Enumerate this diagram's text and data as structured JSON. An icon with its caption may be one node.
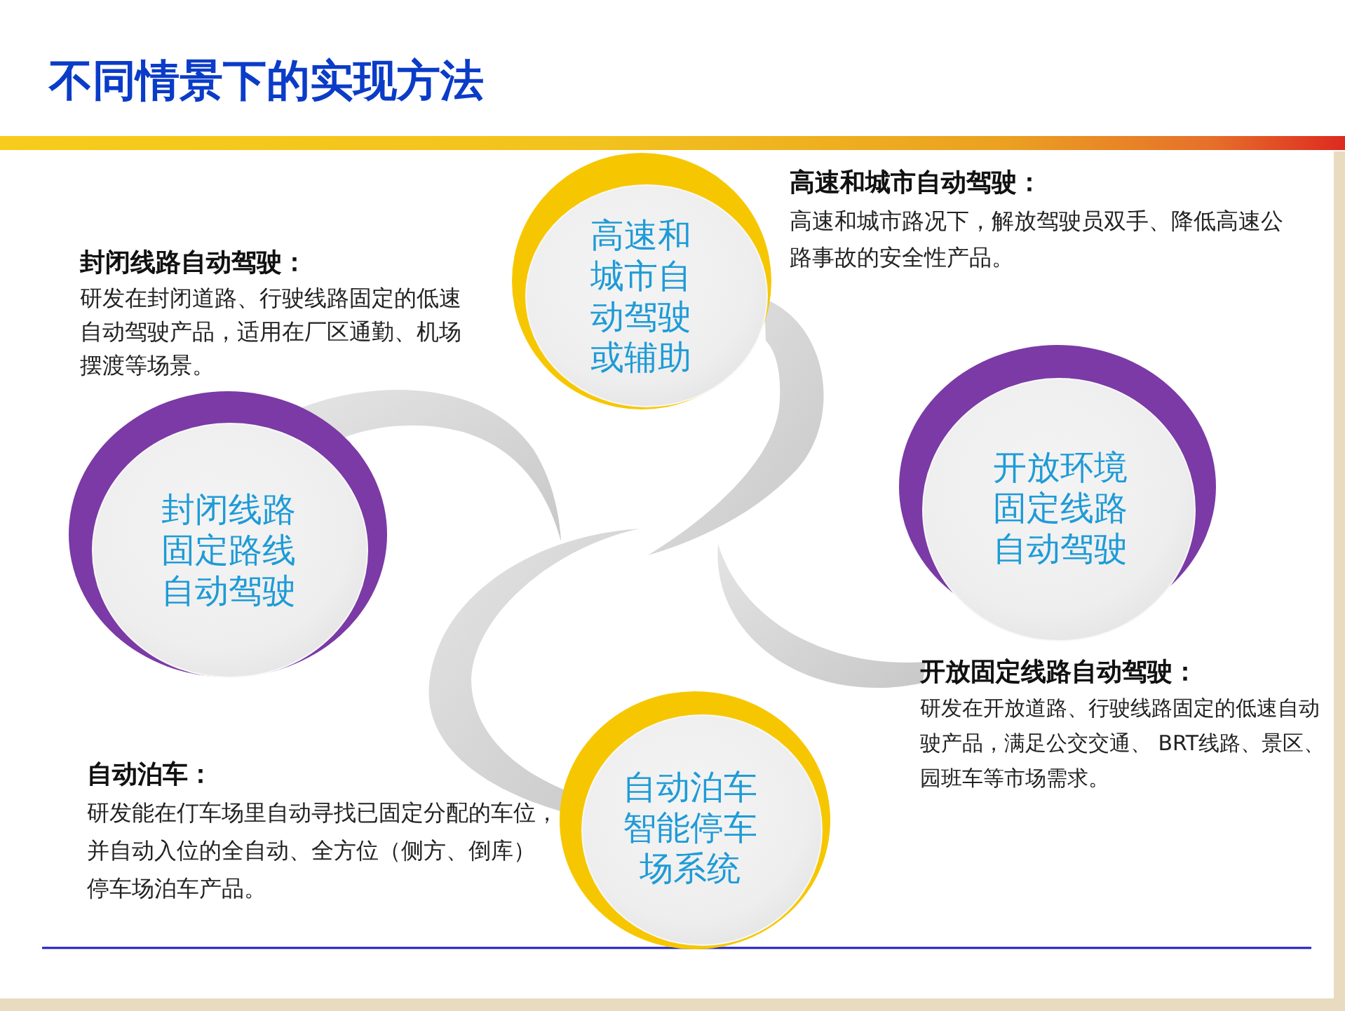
{
  "diagram": {
    "title": "不同情景下的实现方法",
    "nodes": [
      {
        "text": [
          "高速和城市自动驾驶或辅助"
        ],
        "beside": [
          "高速和城市自动驾驶：",
          "高速和城市路况下，解放驾驶员双手、降低高速公路事故的安全性产品。"
        ]
      },
      {
        "text": [
          "封闭线路固定路线自动驾驶"
        ],
        "beside": [
          "封闭线路自动驾驶：",
          "研发在封闭道路、行驶线路固定的低速自动驾驶产品，适用在厂区通勤、机场摆渡等场景。"
        ]
      },
      {
        "text": [
          "开放环境固定线路自动驾驶"
        ],
        "beside": [
          "开放固定线路自动驾驶：",
          "研发在开放道路、行驶线路固定的低速自动驶产品，满足公交交通、 BRT线路、景区、园班车等市场需求。"
        ]
      },
      {
        "text": [
          "自动泊车智能停车场系统"
        ],
        "beside": [
          "自动泊车：",
          "研发能在仃车场里自动寻找已固定分配的车位，并自动入位的全自动、全方位（侧方、倒库）停车场泊车产品。"
        ]
      }
    ]
  }
}
